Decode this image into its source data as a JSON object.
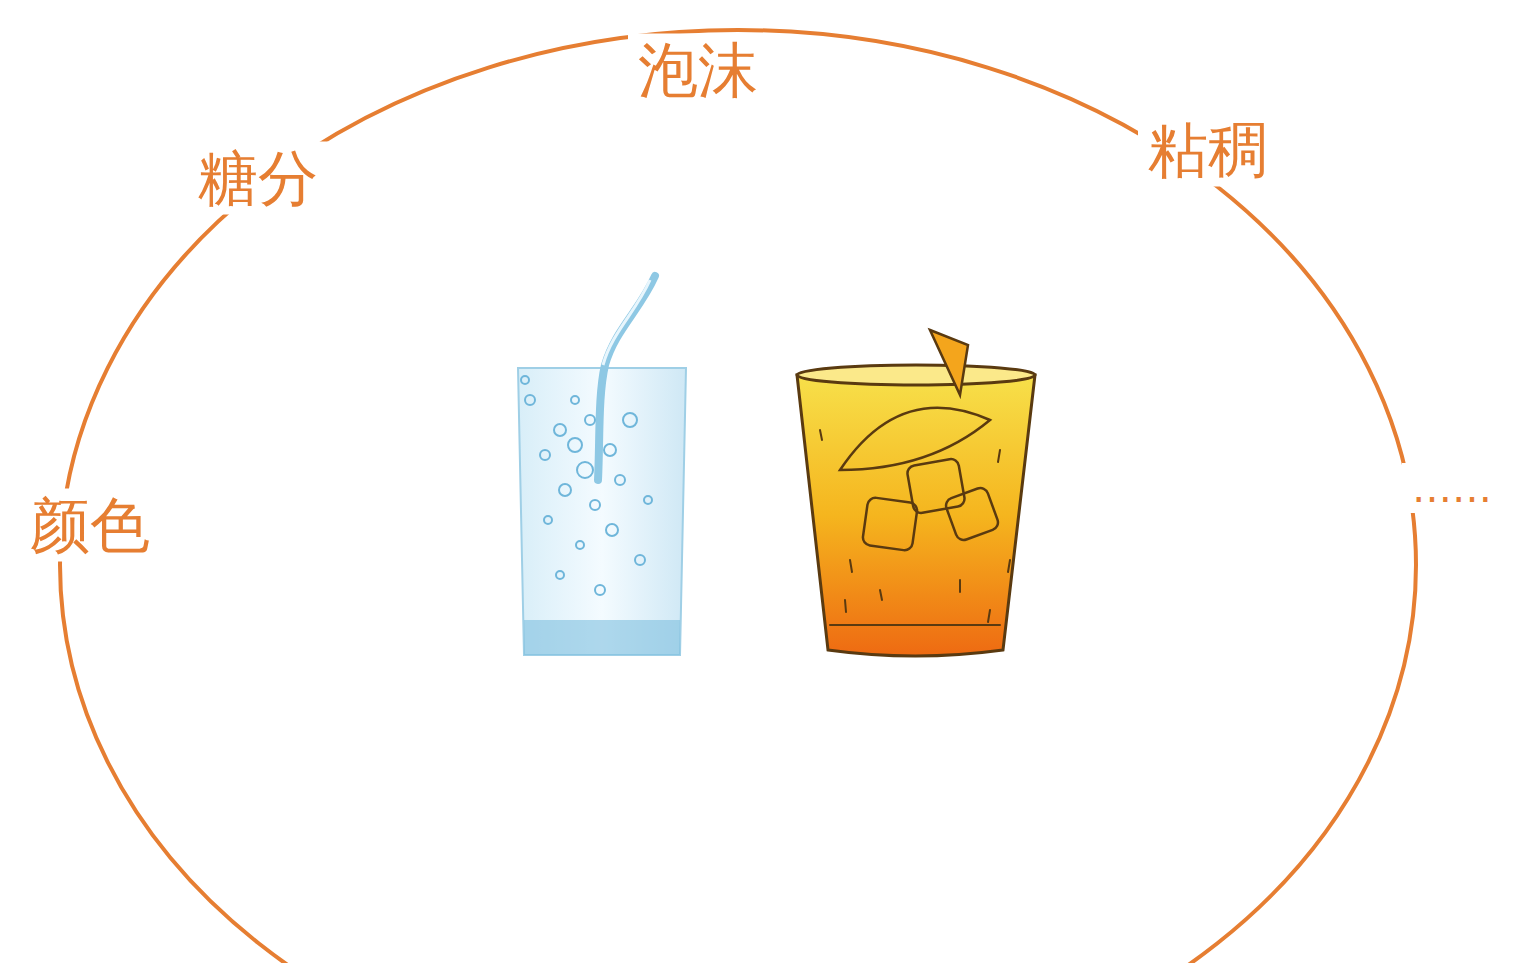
{
  "diagram": {
    "labels": [
      "泡沫",
      "粘稠",
      "糖分",
      "颜色",
      "……"
    ]
  }
}
